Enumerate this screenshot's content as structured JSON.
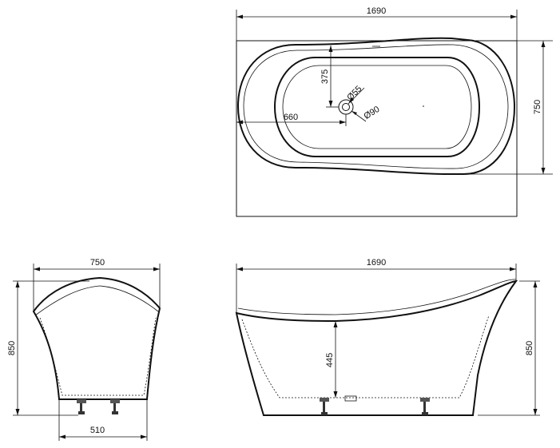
{
  "top_view": {
    "overall_length": "1690",
    "overall_width": "750",
    "drain_from_end": "660",
    "drain_from_edge": "375",
    "drain_inner_diameter": "Ø55",
    "drain_outer_diameter": "Ø90"
  },
  "end_view": {
    "top_width": "750",
    "height": "850",
    "base_width": "510"
  },
  "side_view": {
    "length": "1690",
    "height": "850",
    "inner_depth": "445"
  }
}
